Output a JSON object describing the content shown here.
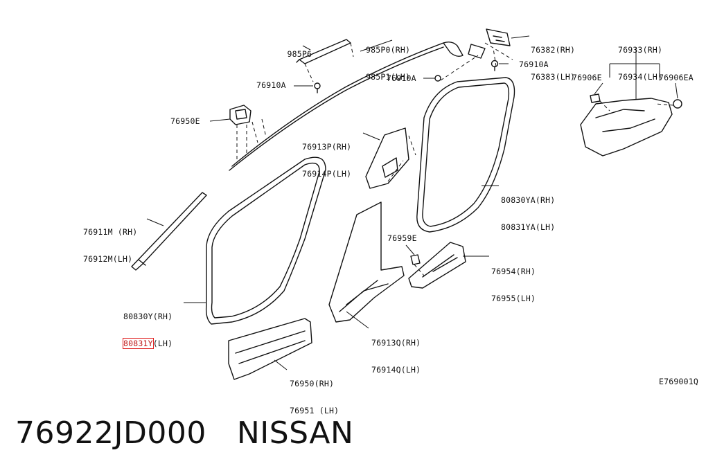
{
  "diagram_code": "E769001Q",
  "part_number": "76922JD000",
  "brand": "NISSAN",
  "highlight_color": "#e02020",
  "labels": {
    "p985P6": "985P6",
    "p985P0": "985P0(RH)",
    "p985P1": "985P1(LH)",
    "p76382": "76382(RH)",
    "p76383": "76383(LH)",
    "p76933": "76933(RH)",
    "p76934": "76934(LH)",
    "p76910A_left": "76910A",
    "p76910A_mid": "76910A",
    "p76910A_right": "76910A",
    "p76906E": "76906E",
    "p76906EA": "76906EA",
    "p76950E": "76950E",
    "p76913P": "76913P(RH)",
    "p76914P": "76914P(LH)",
    "p80830YA": "80830YA(RH)",
    "p80831YA": "80831YA(LH)",
    "p76911M": "76911M (RH)",
    "p76912M": "76912M(LH)",
    "p76959E": "76959E",
    "p76954": "76954(RH)",
    "p76955": "76955(LH)",
    "p80830Y": "80830Y(RH)",
    "p80831Y_code": "80831Y",
    "p80831Y_side": "(LH)",
    "p76913Q": "76913Q(RH)",
    "p76914Q": "76914Q(LH)",
    "p76950": "76950(RH)",
    "p76951": "76951 (LH)"
  }
}
